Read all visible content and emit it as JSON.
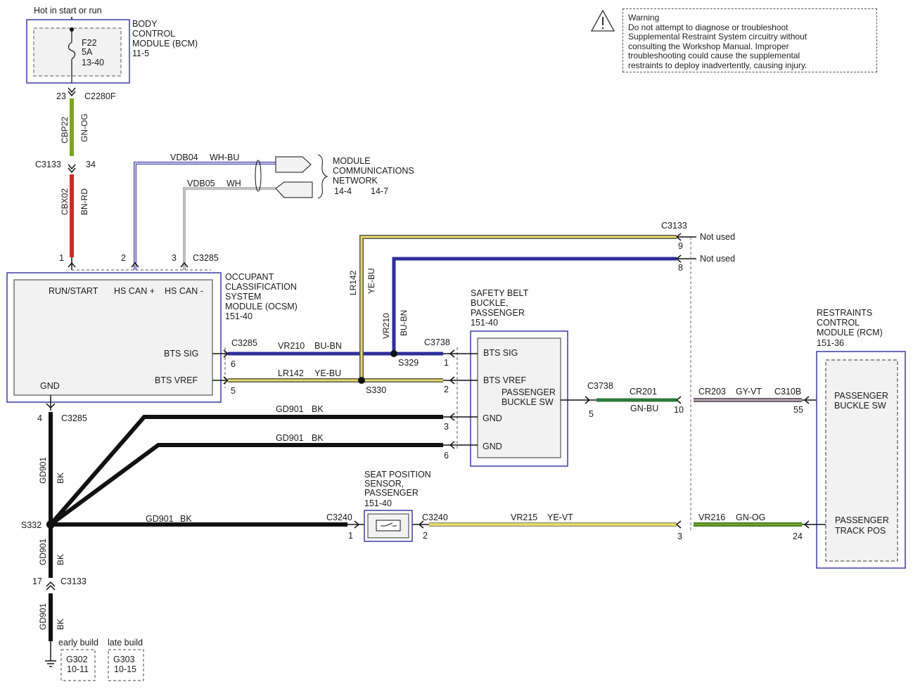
{
  "power": {
    "label": "Hot in start or run",
    "bcm": {
      "name_lines": [
        "BODY",
        "CONTROL",
        "MODULE (BCM)",
        "11-5"
      ],
      "fuse_lines": [
        "F22",
        "5A",
        "13-40"
      ]
    },
    "c2280f": {
      "pin": "23",
      "name": "C2280F"
    },
    "wire_cbp22": {
      "circuit": "CBP22",
      "color": "GN-OG"
    },
    "c3133_top": {
      "name": "C3133",
      "pin": "34"
    },
    "wire_cbx02": {
      "circuit": "CBX02",
      "color": "BN-RD"
    }
  },
  "network": {
    "vdb04": {
      "circuit": "VDB04",
      "color": "WH-BU"
    },
    "vdb05": {
      "circuit": "VDB05",
      "color": "WH"
    },
    "label_lines": [
      "MODULE",
      "COMMUNICATIONS",
      "NETWORK"
    ],
    "refs": [
      "14-4",
      "14-7"
    ]
  },
  "ocsm": {
    "name_lines": [
      "OCCUPANT",
      "CLASSIFICATION",
      "SYSTEM",
      "MODULE (OCSM)",
      "151-40"
    ],
    "pins": {
      "run_start": "RUN/START",
      "hs_can_plus": "HS CAN +",
      "hs_can_minus": "HS CAN -",
      "bts_sig": "BTS SIG",
      "bts_vref": "BTS VREF",
      "gnd": "GND"
    },
    "top_pins": [
      "1",
      "2",
      "3"
    ],
    "top_connector": "C3285",
    "right_connector": "C3285",
    "right_pins": [
      "6",
      "5"
    ],
    "gnd_connector": "C3285",
    "gnd_pin": "4"
  },
  "buckle": {
    "name_lines": [
      "SAFETY BELT",
      "BUCKLE,",
      "PASSENGER",
      "151-40"
    ],
    "pins": {
      "bts_sig": "BTS SIG",
      "bts_vref": "BTS VREF",
      "buckle_sw_1": "PASSENGER",
      "buckle_sw_2": "BUCKLE SW",
      "gnd": "GND"
    },
    "connector": "C3738",
    "left_pins": [
      "1",
      "2",
      "3",
      "6"
    ],
    "out_connector": "C3738",
    "out_pin": "5"
  },
  "wires": {
    "vr210": {
      "circuit": "VR210",
      "color": "BU-BN"
    },
    "lr142": {
      "circuit": "LR142",
      "color": "YE-BU"
    },
    "gd901": {
      "circuit": "GD901",
      "color": "BK"
    },
    "cr201": {
      "circuit": "CR201",
      "color": "GN-BU"
    },
    "cr203": {
      "circuit": "CR203",
      "color": "GY-VT"
    },
    "vr215": {
      "circuit": "VR215",
      "color": "YE-VT"
    },
    "vr216": {
      "circuit": "VR216",
      "color": "GN-OG"
    }
  },
  "splices": {
    "s329": "S329",
    "s330": "S330",
    "s332": "S332"
  },
  "c3133_right": {
    "name": "C3133",
    "pins": [
      "9",
      "8",
      "10",
      "3"
    ],
    "not_used": "Not used"
  },
  "rcm": {
    "name_lines": [
      "RESTRAINTS",
      "CONTROL",
      "MODULE (RCM)",
      "151-36"
    ],
    "connector": "C310B",
    "pins": [
      "55",
      "24"
    ],
    "buckle_sw": [
      "PASSENGER",
      "BUCKLE SW"
    ],
    "track_pos": [
      "PASSENGER",
      "TRACK POS"
    ]
  },
  "seat_sensor": {
    "name_lines": [
      "SEAT POSITION",
      "SENSOR,",
      "PASSENGER",
      "151-40"
    ],
    "connector": "C3240",
    "pins": [
      "1",
      "2"
    ]
  },
  "ground": {
    "c3285": {
      "pin": "4",
      "name": "C3285"
    },
    "c3133": {
      "pin": "17",
      "name": "C3133"
    },
    "early_build": "early build",
    "late_build": "late build",
    "g302": [
      "G302",
      "10-11"
    ],
    "g303": [
      "G303",
      "10-15"
    ]
  },
  "warning": {
    "lines": [
      "Warning",
      "Do not attempt to diagnose or troubleshoot",
      "Supplemental Restraint System circuitry without",
      "consulting the Workshop Manual. Improper",
      "troubleshooting could cause the supplemental",
      "restraints to deploy inadvertently, causing injury."
    ]
  },
  "colors": {
    "black": "#111111",
    "green_olive": "#7da51e",
    "red": "#cc2a2a",
    "navy": "#2e2f9a",
    "yellow": "#e7dc63",
    "green": "#2b7a3a",
    "lilac": "#b79bb3",
    "box_border": "#3a3aa8",
    "module_fill": "#f2f2f2"
  }
}
